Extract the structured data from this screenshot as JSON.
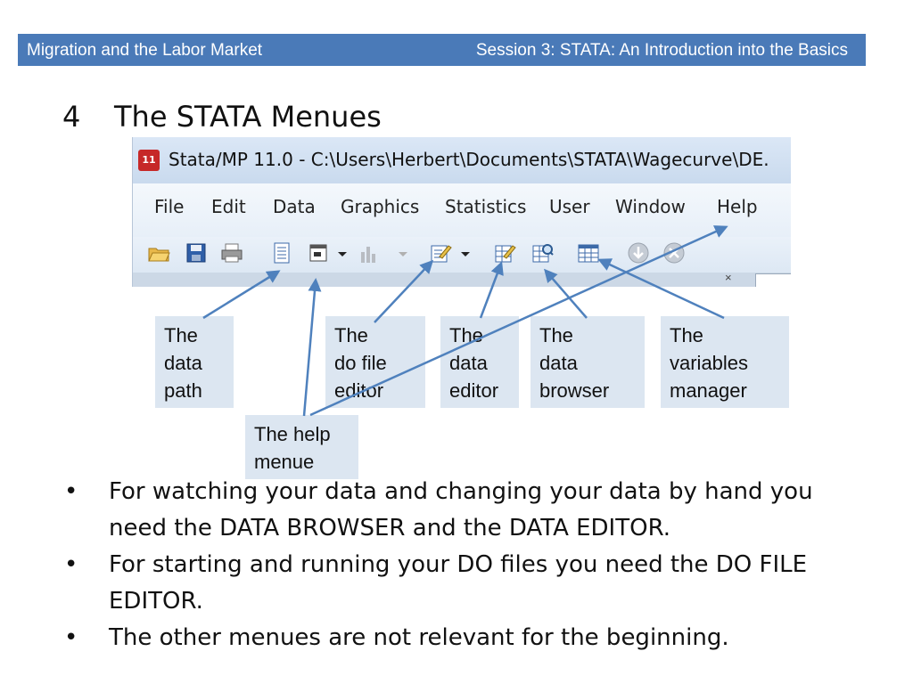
{
  "header": {
    "left_title": "Migration and the Labor Market",
    "right_title": "Session 3: STATA: An Introduction into the Basics"
  },
  "section": {
    "number": "4",
    "title": "The STATA Menues"
  },
  "stata_window": {
    "app_icon_label": "11",
    "title": "Stata/MP 11.0 - C:\\Users\\Herbert\\Documents\\STATA\\Wagecurve\\DE.",
    "menus": [
      "File",
      "Edit",
      "Data",
      "Graphics",
      "Statistics",
      "User",
      "Window",
      "Help"
    ],
    "toolbar_icons": [
      "open-folder-icon",
      "save-icon",
      "print-icon",
      "log-icon",
      "viewer-icon",
      "graph-icon",
      "do-file-editor-icon",
      "data-editor-icon",
      "data-browser-icon",
      "variables-manager-icon",
      "more-icon",
      "break-icon"
    ],
    "subbar_close": "×"
  },
  "callouts": {
    "data_path": [
      "The",
      "data",
      "path"
    ],
    "do_file_editor": [
      "The",
      "do file",
      "editor"
    ],
    "data_editor": [
      "The",
      "data",
      "editor"
    ],
    "data_browser": [
      "The",
      "data",
      "browser"
    ],
    "variables_manager": [
      "The",
      "variables",
      "manager"
    ],
    "help_menue": [
      "The help",
      "menue"
    ]
  },
  "bullets": [
    "For watching your data and changing your data by hand you need the DATA BROWSER and the DATA EDITOR.",
    "For  starting and running your DO files you need the DO FILE EDITOR.",
    "The other menues are not relevant for the beginning."
  ],
  "colors": {
    "header_bar": "#4a7ab8",
    "callout_bg": "#dce6f1",
    "arrow": "#4f81bd"
  }
}
